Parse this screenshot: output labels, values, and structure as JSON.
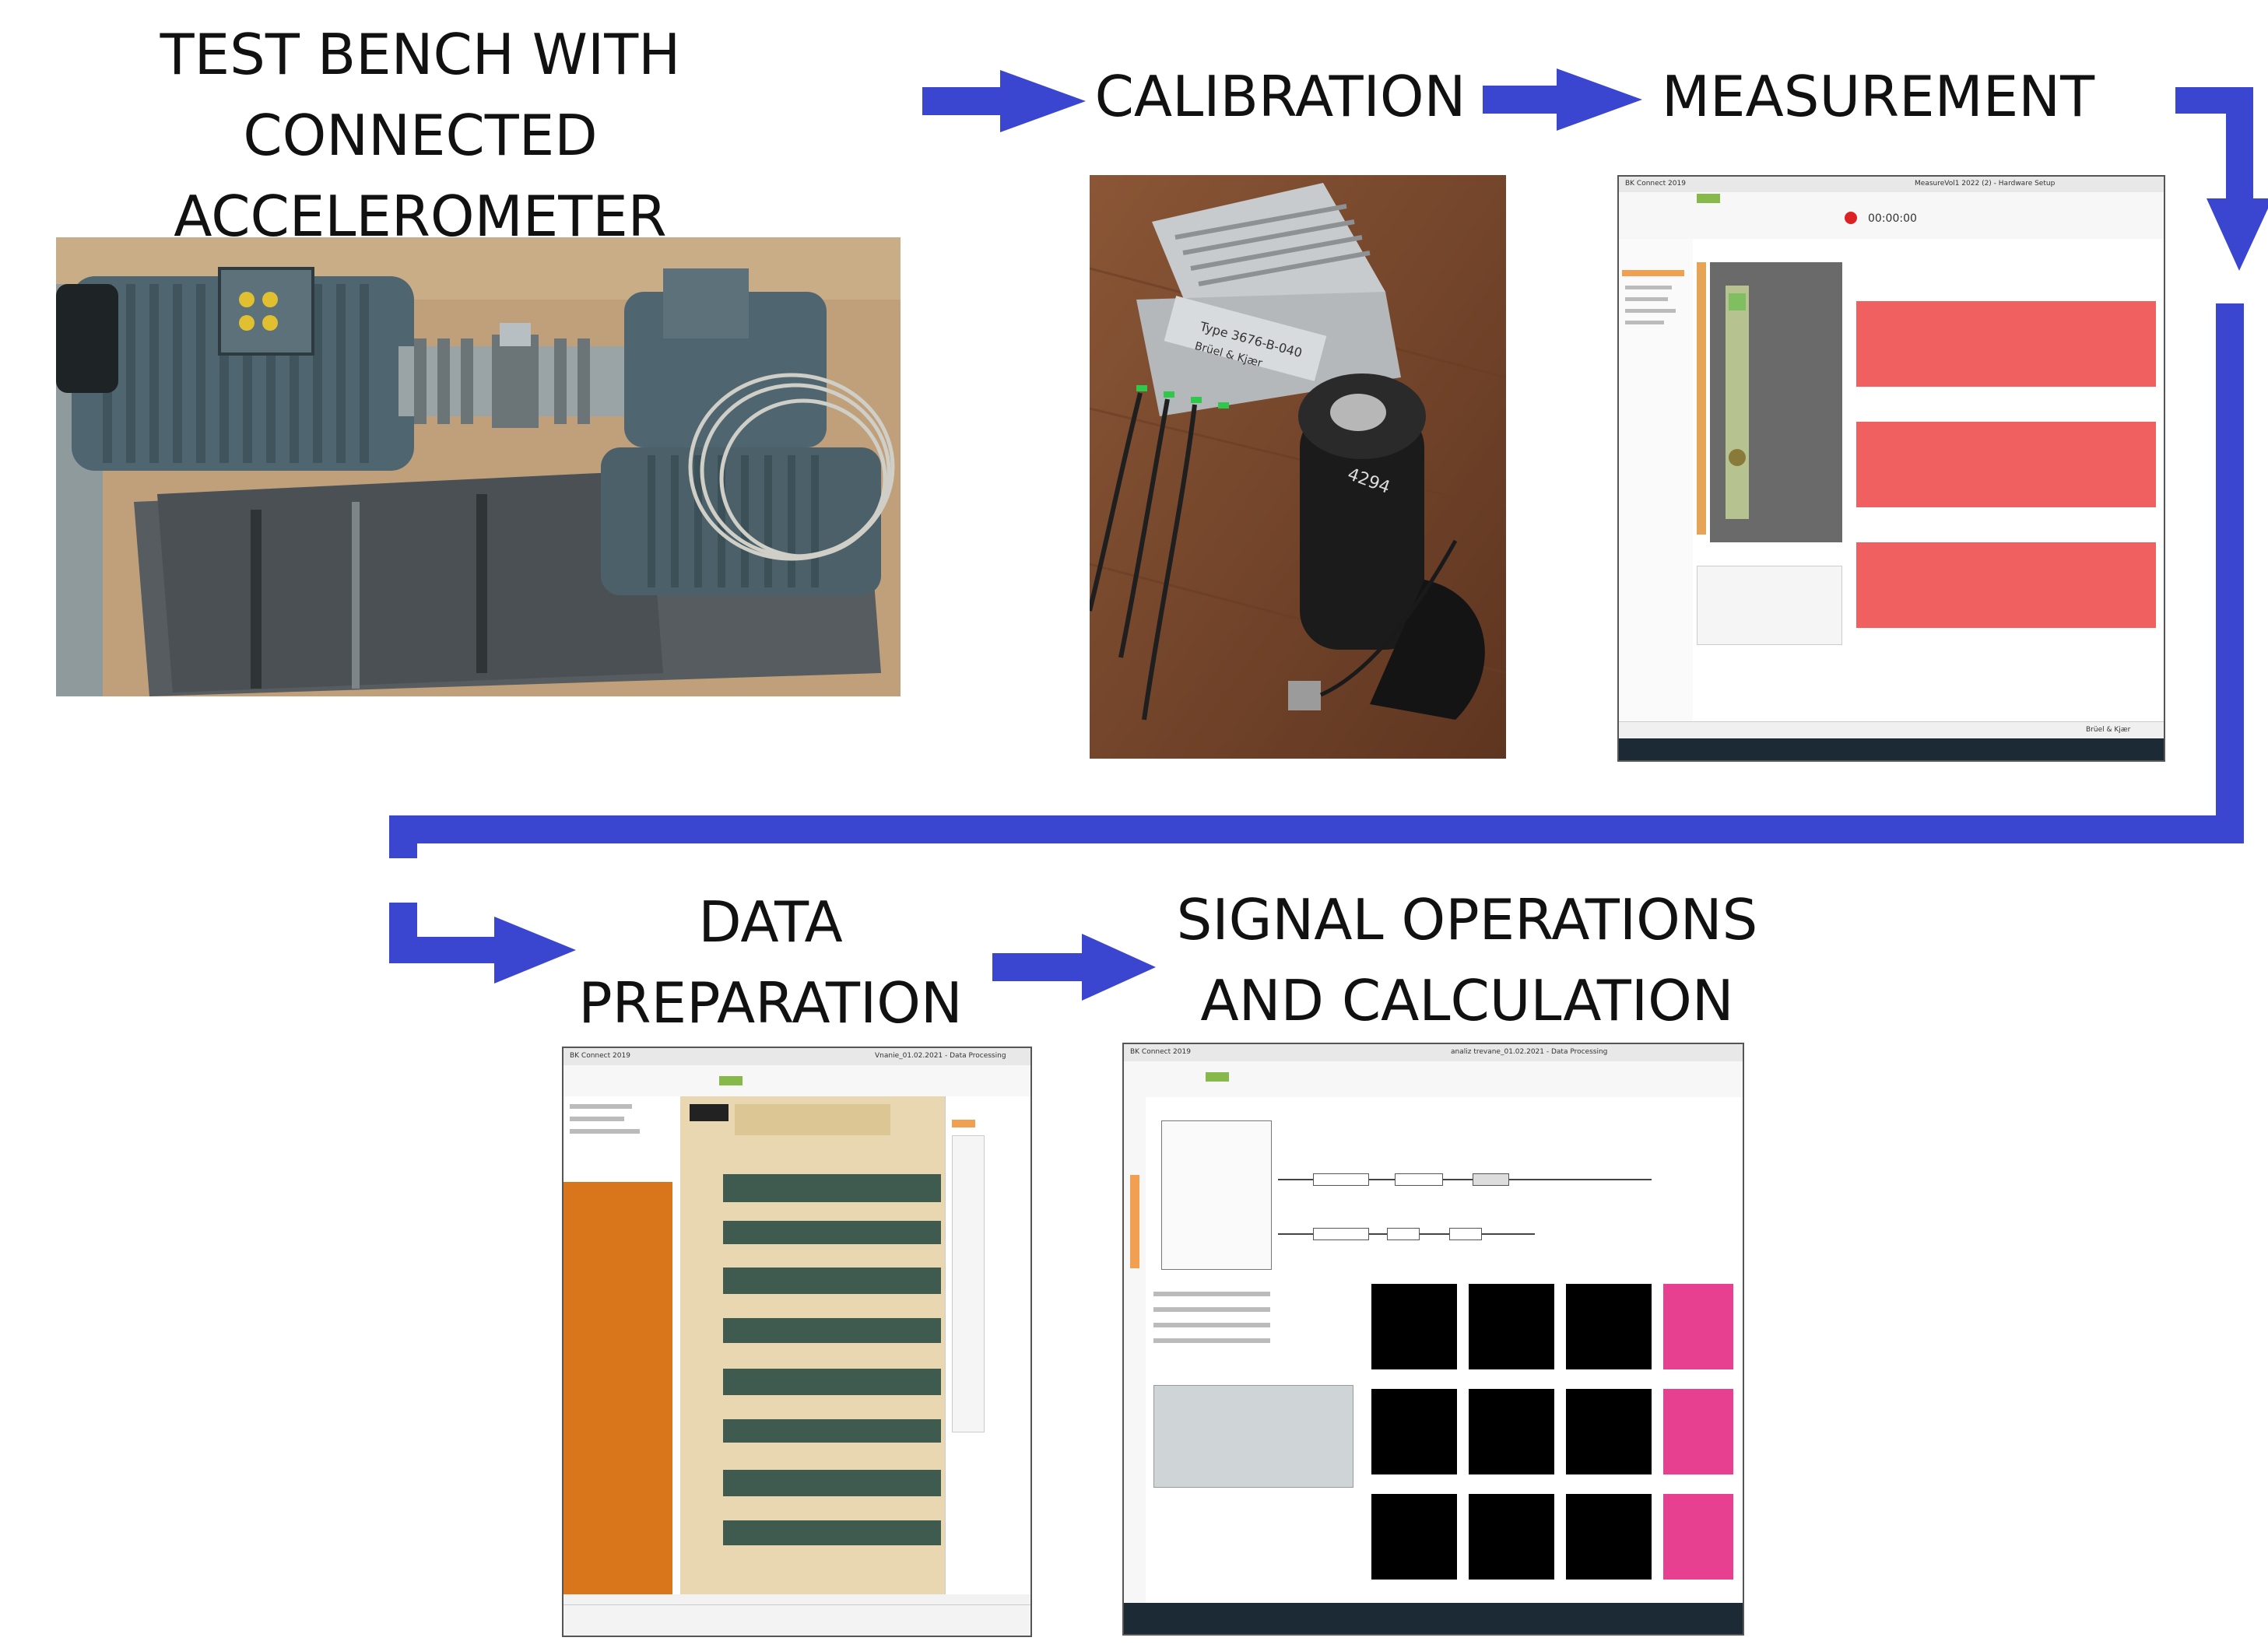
{
  "stages": {
    "test_bench": {
      "line1": "TEST BENCH WITH",
      "line2": "CONNECTED ACCELEROMETER"
    },
    "calibration": {
      "label": "CALIBRATION"
    },
    "measurement": {
      "label": "MEASUREMENT"
    },
    "data_preparation": {
      "line1": "DATA",
      "line2": "PREPARATION"
    },
    "signal_operations": {
      "line1": "SIGNAL OPERATIONS",
      "line2": "AND CALCULATION"
    }
  },
  "photos": {
    "calibrator_label": "Type 3676-B-040",
    "calibrator_brand": "Brüel & Kjær",
    "calibrator_serial": "4294"
  },
  "screens": {
    "measurement_app": "BK Connect 2019",
    "measurement_title": "MeasureVol1 2022 (2) - Hardware Setup",
    "measurement_timer": "00:00:00",
    "prep_app": "BK Connect 2019",
    "prep_title": "Vnanie_01.02.2021 - Data Processing",
    "calc_app": "BK Connect 2019",
    "calc_title": "analiz trevane_01.02.2021 - Data Processing",
    "brand": "Brüel & Kjær"
  },
  "colors": {
    "arrow": "#3a45d0",
    "signal_red": "#f06060",
    "orange_list": "#d9761c",
    "app_green": "#86b84a"
  }
}
